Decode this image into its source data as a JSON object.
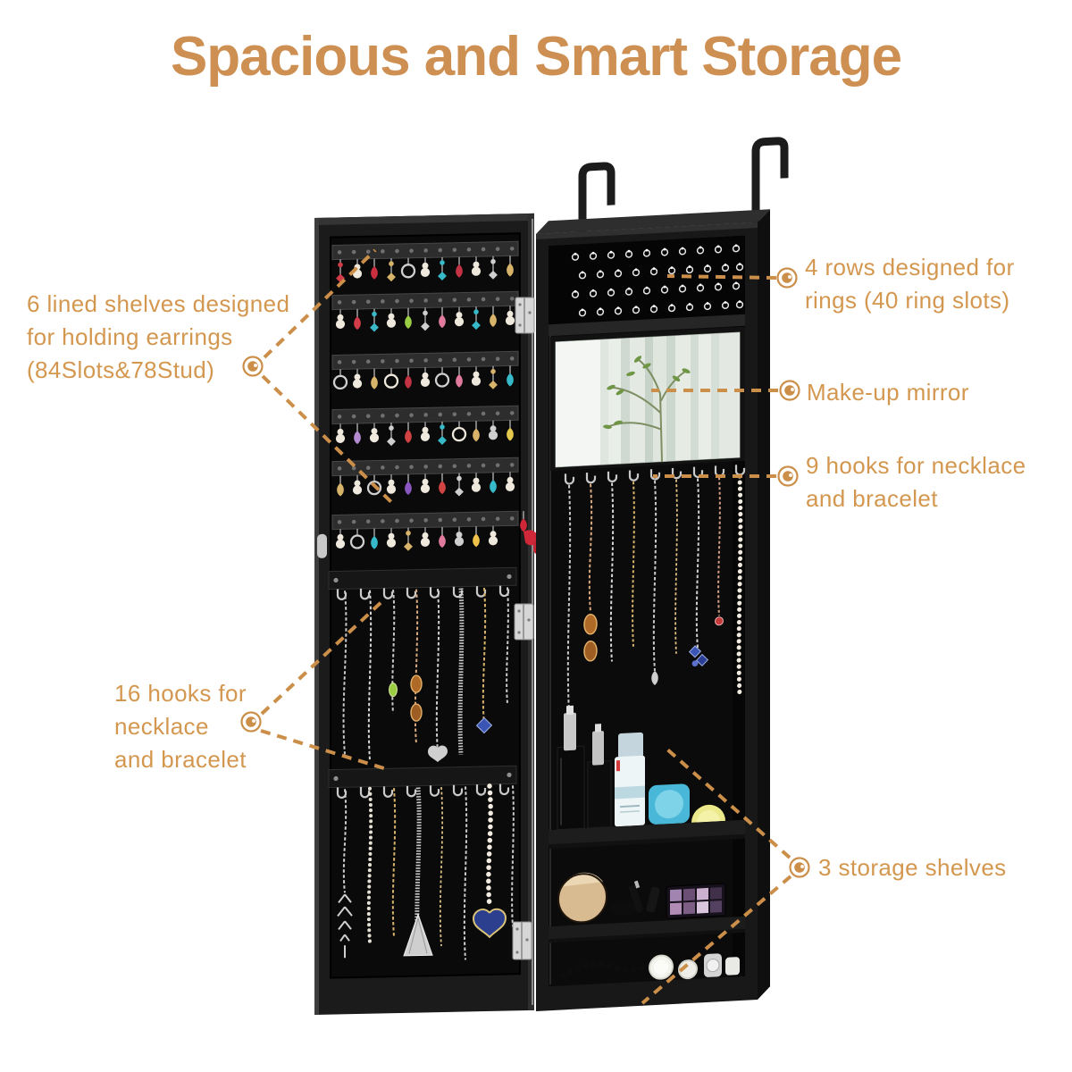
{
  "title": "Spacious and Smart Storage",
  "accent_colors": {
    "title_text": "#ce9052",
    "callout_text": "#d4974f",
    "leader_line": "#cc8f4a",
    "cabinet_body": "#181818"
  },
  "callouts": {
    "earring_shelves": {
      "lines": [
        "6 lined shelves designed",
        "for holding earrings",
        "(84Slots&78Stud)"
      ]
    },
    "hooks_16": {
      "lines": [
        "16 hooks for",
        "necklace",
        "and bracelet"
      ]
    },
    "ring_rows": {
      "lines": [
        "4 rows designed for",
        "rings (40 ring slots)"
      ]
    },
    "makeup_mirror": {
      "lines": [
        "Make-up mirror"
      ]
    },
    "hooks_9": {
      "lines": [
        "9 hooks for necklace",
        "and bracelet"
      ]
    },
    "storage_shelves": {
      "lines": [
        "3 storage shelves"
      ]
    }
  },
  "icons": {
    "callout_marker": "orange-dot-in-ring",
    "over_door_hook": "black-j-hook"
  }
}
